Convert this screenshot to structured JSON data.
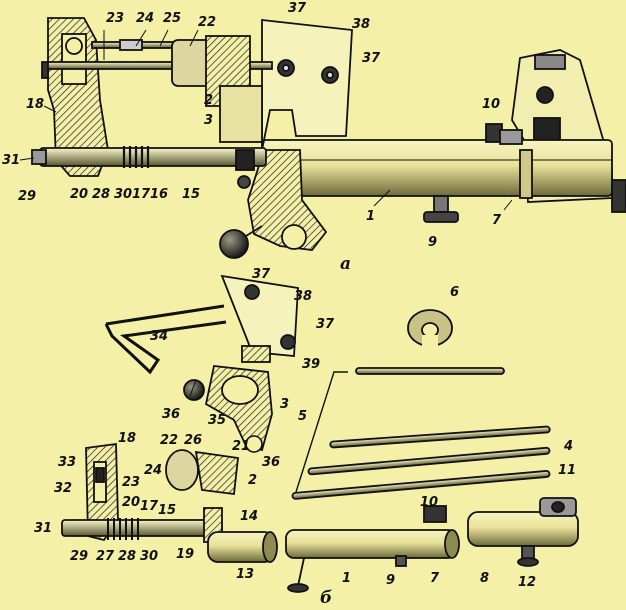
{
  "figure": {
    "caption_top": "а",
    "caption_bottom": "б"
  },
  "labels_top": [
    "23",
    "24",
    "25",
    "22",
    "37",
    "38",
    "37",
    "18",
    "2",
    "3",
    "10",
    "31",
    "29",
    "20",
    "28",
    "30",
    "17",
    "16",
    "15",
    "1",
    "9",
    "7"
  ],
  "labels_bottom": [
    "37",
    "38",
    "37",
    "34",
    "39",
    "6",
    "36",
    "35",
    "3",
    "36",
    "5",
    "18",
    "22",
    "26",
    "21",
    "4",
    "33",
    "32",
    "24",
    "23",
    "2",
    "11",
    "20",
    "17",
    "15",
    "14",
    "10",
    "31",
    "29",
    "27",
    "28",
    "30",
    "19",
    "13",
    "1",
    "9",
    "7",
    "8",
    "12"
  ]
}
